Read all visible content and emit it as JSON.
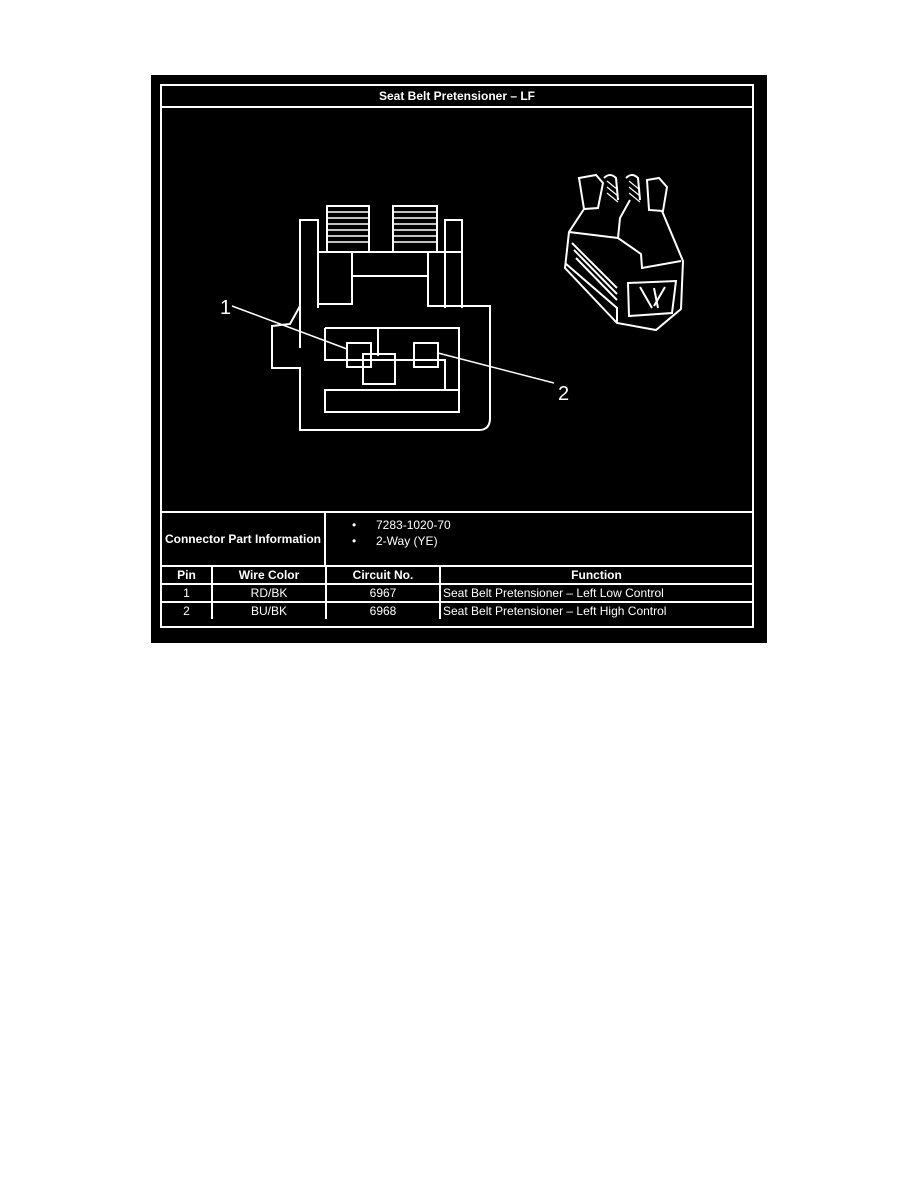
{
  "title": "Seat Belt Pretensioner – LF",
  "diagram": {
    "callouts": [
      "1",
      "2"
    ],
    "views": [
      "connector-face-view",
      "connector-3d-view"
    ]
  },
  "connector_part_information": {
    "label": "Connector Part Information",
    "items": [
      "7283-1020-70",
      "2-Way (YE)"
    ]
  },
  "pin_table": {
    "headers": [
      "Pin",
      "Wire Color",
      "Circuit No.",
      "Function"
    ],
    "rows": [
      {
        "pin": "1",
        "wire_color": "RD/BK",
        "circuit": "6967",
        "function": "Seat Belt Pretensioner – Left Low Control"
      },
      {
        "pin": "2",
        "wire_color": "BU/BK",
        "circuit": "6968",
        "function": "Seat Belt Pretensioner – Left High Control"
      }
    ]
  },
  "colors": {
    "background": "#000000",
    "lines": "#ffffff",
    "page": "#ffffff"
  }
}
